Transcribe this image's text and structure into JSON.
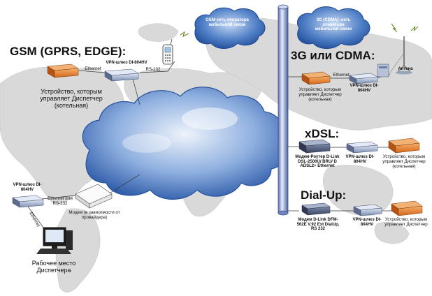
{
  "sections": {
    "gsm": "GSM (GPRS, EDGE):",
    "cdma": "3G или CDMA:",
    "xdsl": "xDSL:",
    "dialup": "Dial-Up:"
  },
  "clouds": {
    "gsm_net": "GSM-сеть оператора мобильной связи",
    "cdma_net": "3G (CDMA) -сеть оператора мобильной связи"
  },
  "labels": {
    "gsm_vpn": "VPN-шлюз DI-804HV",
    "gsm_ethernet": "Ethernet",
    "gsm_rs232": "RS-232",
    "gsm_device": "Устройство, которым управляет Диспетчер (котельная)",
    "cdma_vpn": "VPN-шлюз DI-804HV",
    "cdma_ethernet": "Ethernet",
    "cdma_antenna": "Антена",
    "cdma_device": "Устройство, которым управляет Диспетчер (котельная)",
    "xdsl_modem": "Модем-Роутер D-Link DSL-2500U/ BRU/ D ADSL2+ Ethernet",
    "xdsl_vpn": "VPN-шлюз DI-804HV",
    "xdsl_device": "Устройство, которым управляет Диспетчер (котельная)",
    "dial_modem": "Модем D-Link DFM-562E V.92 Ext DialUp, RS 232",
    "dial_vpn": "VPN-шлюз DI-804HV",
    "dial_device": "Устройство, которым управляет Диспетчер",
    "disp_vpn": "VPN-шлюз DI-804HV",
    "disp_link": "Ethernet или RS-232",
    "disp_modem": "Модем (в зависимости от провайдера)",
    "disp_eth_vertical": "Ethernet",
    "workstation": "Рабочее место Диспетчера"
  },
  "colors": {
    "cloud_blue": "#2f63b8",
    "pipe_blue": "#6a84c8",
    "device_orange": "#e2782c",
    "vpn_gray_blue": "#9aaac8",
    "map_gray": "#d6d6d6"
  }
}
